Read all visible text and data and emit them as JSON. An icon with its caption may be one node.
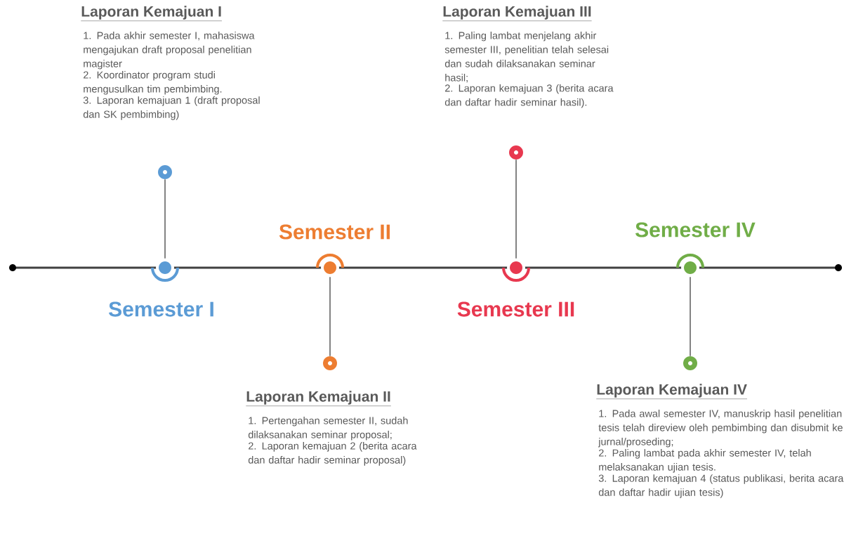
{
  "diagram": {
    "nodes": [
      {
        "text": [],
        "shape": "circle",
        "beside": [
          "Semester I"
        ]
      },
      {
        "text": [],
        "shape": "circle",
        "beside": [
          "Laporan Kemajuan I",
          "1. Pada akhir semester I, mahasiswa mengajukan draft proposal penelitian magister",
          "2. Koordinator program studi mengusulkan tim pembimbing.",
          "3. Laporan kemajuan 1 (draft proposal dan SK pembimbing)"
        ]
      },
      {
        "text": [],
        "shape": "circle",
        "beside": [
          "Semester II"
        ]
      },
      {
        "text": [],
        "shape": "circle",
        "beside": [
          "Laporan Kemajuan II",
          "1. Pertengahan semester II, sudah dilaksanakan seminar proposal;",
          "2. Laporan kemajuan 2 (berita acara dan daftar hadir seminar proposal)"
        ]
      },
      {
        "text": [],
        "shape": "circle",
        "beside": [
          "Semester III"
        ]
      },
      {
        "text": [],
        "shape": "circle",
        "beside": [
          "Laporan Kemajuan III",
          "1. Paling lambat menjelang akhir semester III, penelitian telah selesai dan sudah dilaksanakan seminar hasil;",
          "2. Laporan kemajuan 3 (berita acara dan daftar hadir seminar hasil)."
        ]
      },
      {
        "text": [],
        "shape": "circle",
        "beside": [
          "Semester IV"
        ]
      },
      {
        "text": [],
        "shape": "circle",
        "beside": [
          "Laporan Kemajuan IV",
          "1. Pada awal semester IV, manuskrip hasil penelitian tesis telah direview oleh pembimbing dan disubmit ke jurnal/proseding;",
          "2. Paling lambat pada akhir semester IV, telah melaksanakan ujian tesis.",
          "3. Laporan kemajuan 4 (status publikasi, berita acara dan daftar hadir ujian tesis)"
        ]
      }
    ],
    "edges": [
      {
        "from": 0,
        "to": 1,
        "arrow": "none"
      },
      {
        "from": 2,
        "to": 3,
        "arrow": "none"
      },
      {
        "from": 4,
        "to": 5,
        "arrow": "none"
      },
      {
        "from": 6,
        "to": 7,
        "arrow": "none"
      }
    ]
  }
}
